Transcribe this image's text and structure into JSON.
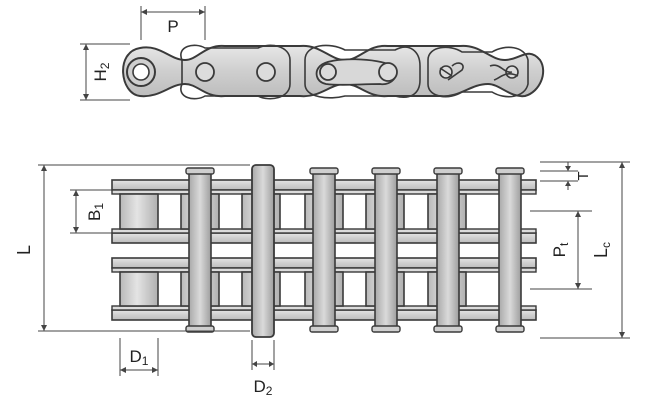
{
  "labels": {
    "P": "P",
    "H2_main": "H",
    "H2_sub": "2",
    "L": "L",
    "B1_main": "B",
    "B1_sub": "1",
    "D1_main": "D",
    "D1_sub": "1",
    "D2_main": "D",
    "D2_sub": "2",
    "T": "T",
    "Pt_main": "P",
    "Pt_sub": "t",
    "Lc_main": "L",
    "Lc_sub": "c"
  },
  "colors": {
    "plate_fill": "#d4d4d4",
    "plate_stroke": "#3a3a3a",
    "roller_fill": "#c8c8c8",
    "dim_line": "#444444",
    "text": "#222222"
  }
}
